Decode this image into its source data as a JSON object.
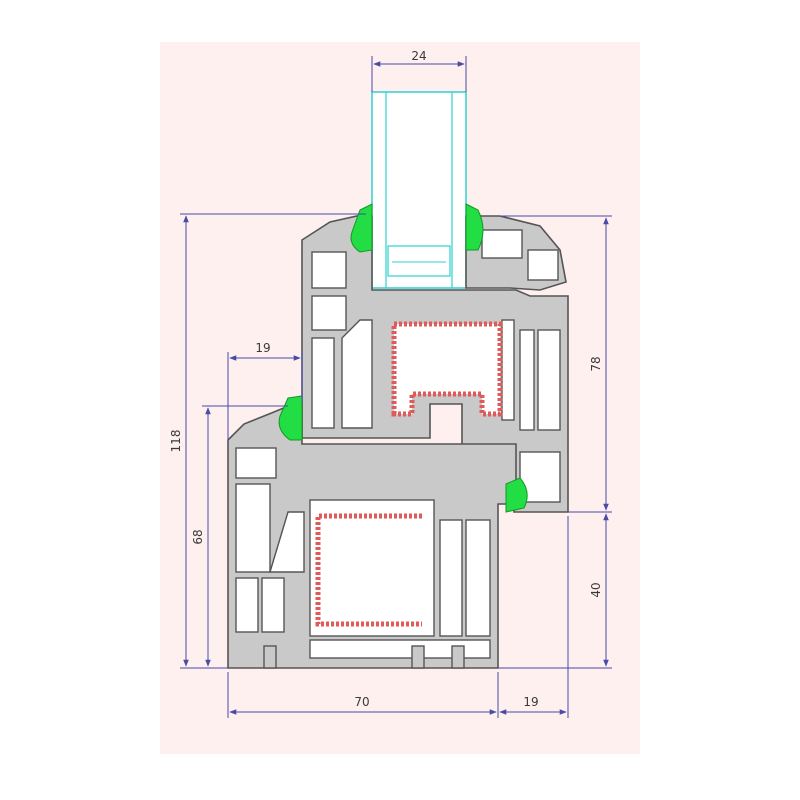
{
  "diagram": {
    "colors": {
      "background": "#fdf0ee",
      "dimension_line": "#4a4aa8",
      "profile_fill": "#c9c9c9",
      "profile_stroke": "#555555",
      "steel_reinforcement": "#e05a5a",
      "gasket": "#22dd44",
      "glass_unit": "#30d0d0"
    },
    "dimensions": {
      "glass_width": "24",
      "sash_step": "19",
      "total_height": "118",
      "frame_height": "68",
      "sash_height": "78",
      "sash_lower": "40",
      "frame_width": "70",
      "sash_overlap": "19"
    }
  }
}
